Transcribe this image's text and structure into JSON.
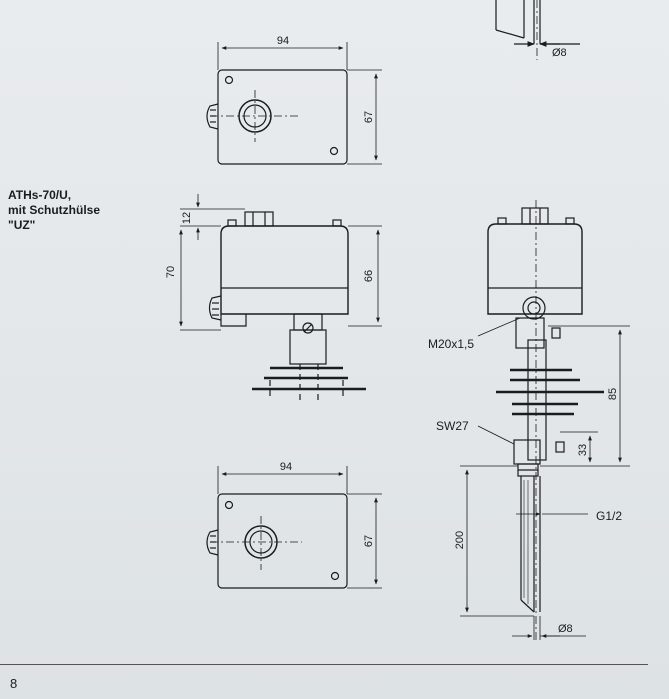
{
  "caption": {
    "line1": "ATHs-70/U,",
    "line2": "mit Schutzhülse",
    "line3": "\"UZ\""
  },
  "dimensions": {
    "top_width": "94",
    "top_height": "67",
    "side_cap": "12",
    "side_total": "70",
    "side_body": "66",
    "bottom_width": "94",
    "bottom_height": "67",
    "right_diameter_top": "Ø8",
    "right_h85": "85",
    "right_h33": "33",
    "right_h200": "200",
    "right_diameter_bottom": "Ø8"
  },
  "labels": {
    "thread": "M20x1,5",
    "wrench": "SW27",
    "pipe_thread": "G1/2"
  },
  "page_number": "8"
}
